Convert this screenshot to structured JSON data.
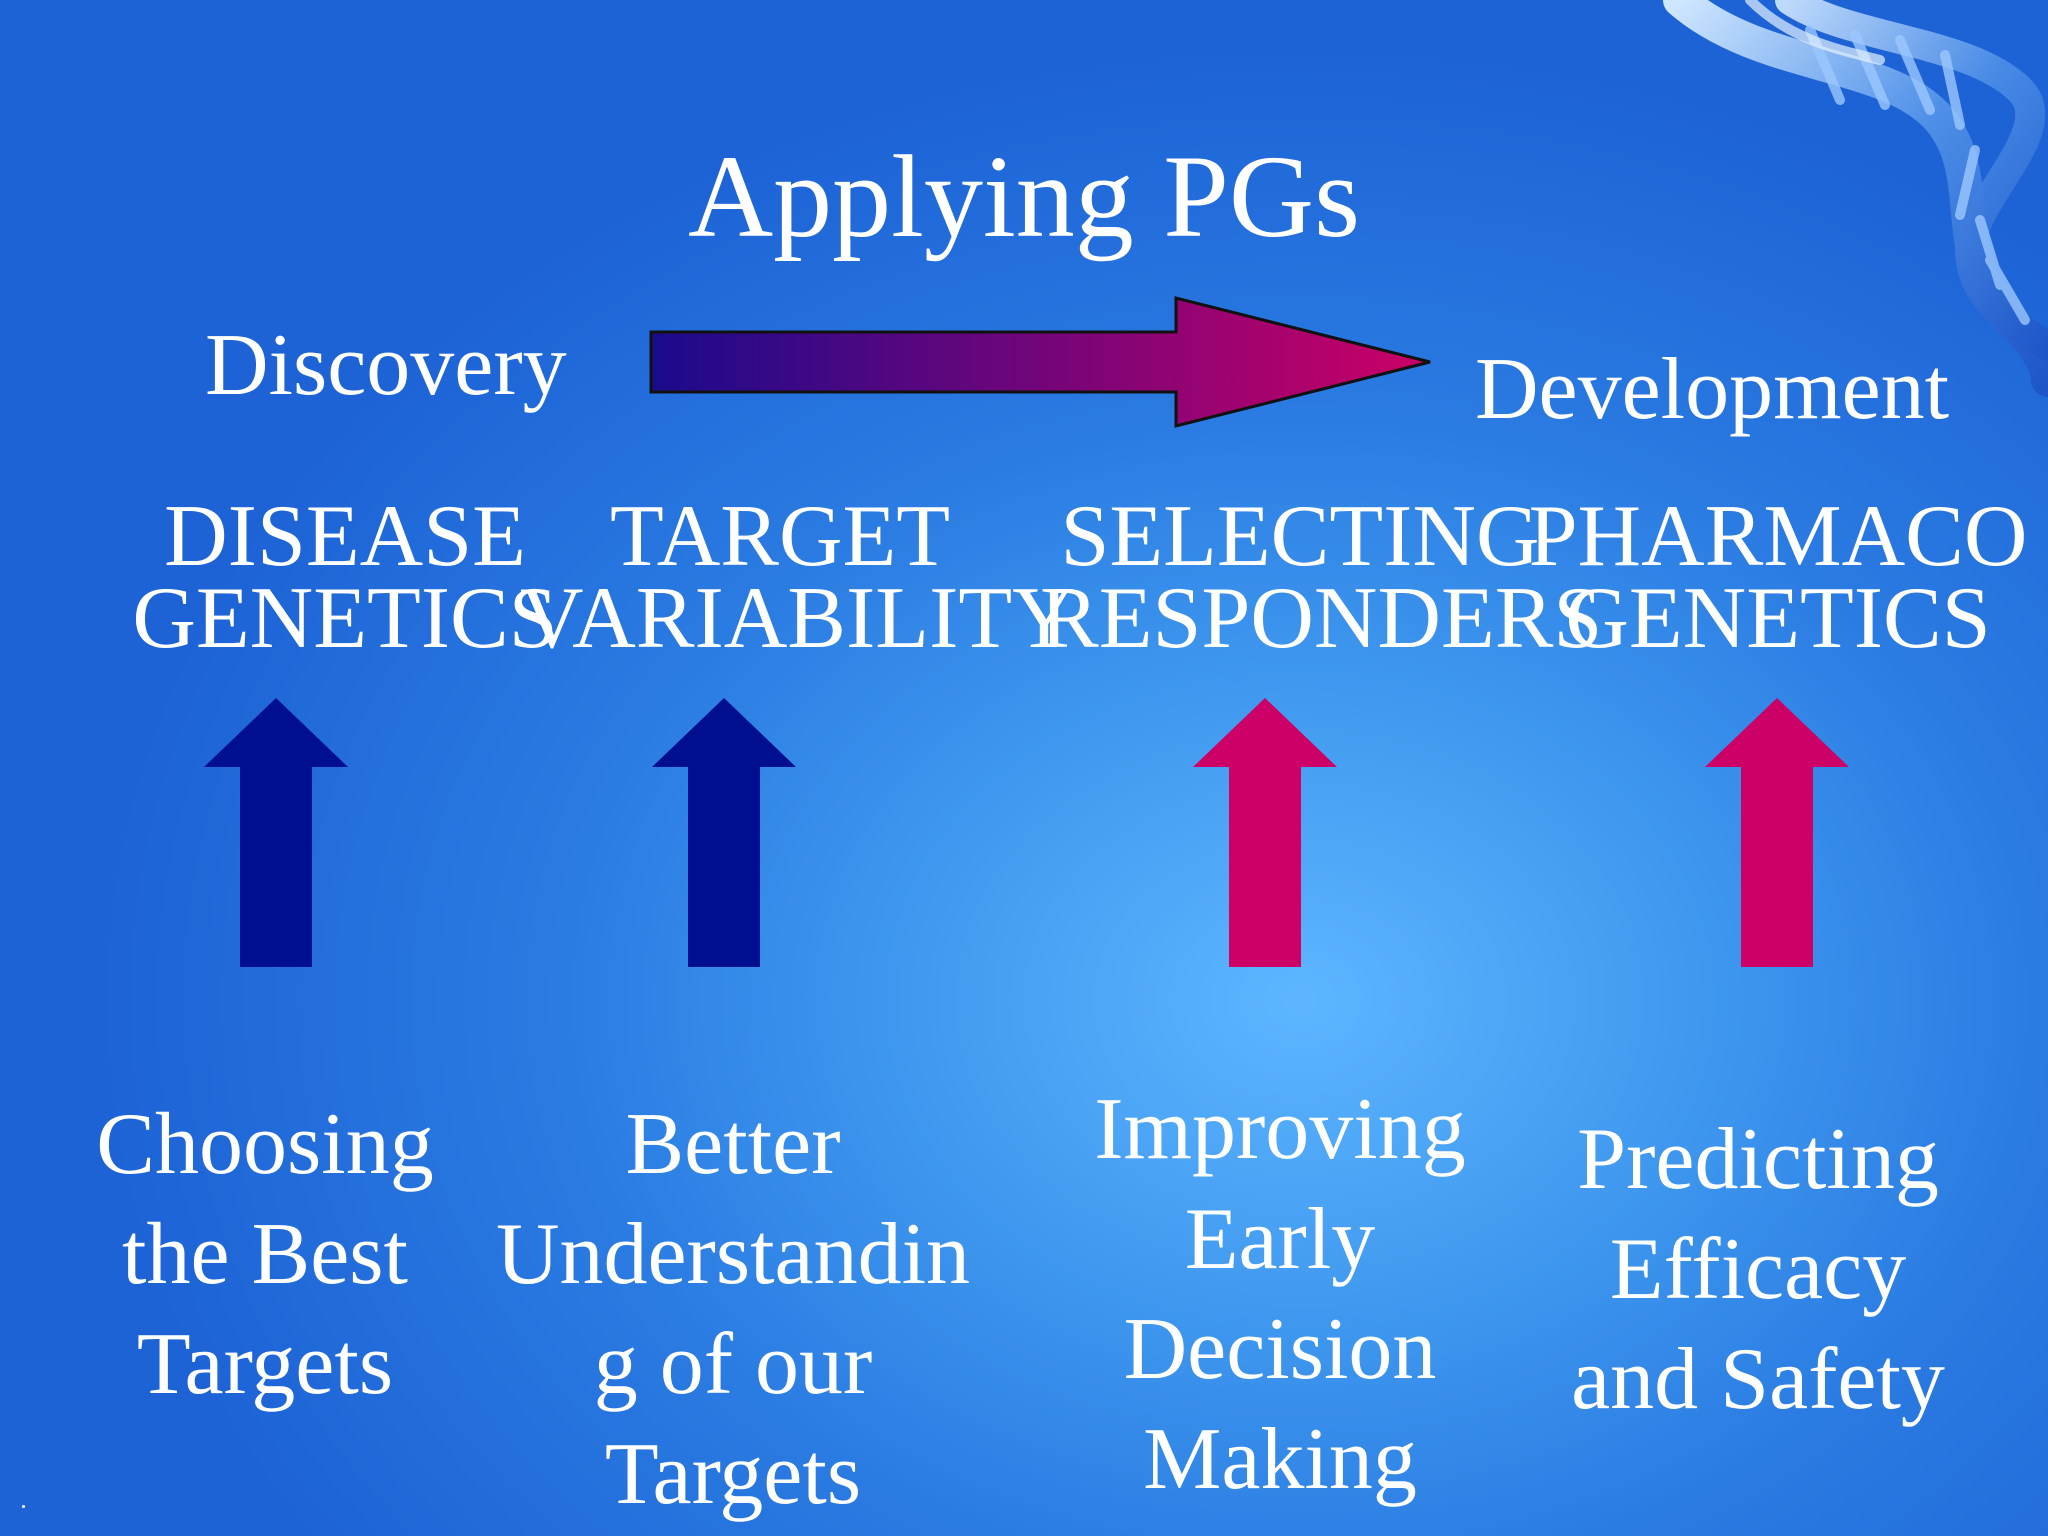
{
  "slide": {
    "title": "Applying PGs",
    "stage_left": "Discovery",
    "stage_right": "Development",
    "columns": [
      {
        "label": [
          "DISEASE",
          "GENETICS"
        ],
        "arrow_color": "#000f8f",
        "description": [
          "Choosing",
          "the Best",
          "Targets"
        ]
      },
      {
        "label": [
          "TARGET",
          "VARIABILITY"
        ],
        "arrow_color": "#000f8f",
        "description": [
          "Better",
          "Understandin",
          "g of our",
          "Targets"
        ]
      },
      {
        "label": [
          "SELECTING",
          "RESPONDERS"
        ],
        "arrow_color": "#cc0066",
        "description": [
          "Improving",
          "Early",
          "Decision",
          "Making"
        ]
      },
      {
        "label": [
          "PHARMACO",
          "GENETICS"
        ],
        "arrow_color": "#cc0066",
        "description": [
          "Predicting",
          "Efficacy",
          "and Safety"
        ]
      }
    ],
    "colors": {
      "discovery": "#1a0a8c",
      "development": "#cc0066"
    },
    "icons": {
      "flow_arrow": "right-arrow-icon",
      "column_arrow": "up-arrow-icon",
      "decoration": "dna-helix-icon"
    }
  }
}
